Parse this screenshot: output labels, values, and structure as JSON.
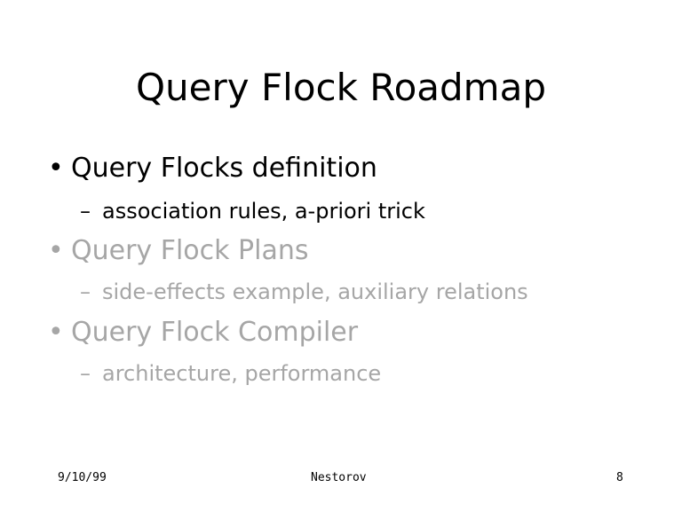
{
  "slide": {
    "title": "Query Flock Roadmap",
    "items": [
      {
        "label": "Query Flocks definition",
        "sub": "association rules, a-priori trick",
        "state": "active"
      },
      {
        "label": "Query Flock Plans",
        "sub": "side-effects example, auxiliary relations",
        "state": "dimmed"
      },
      {
        "label": "Query Flock Compiler",
        "sub": "architecture, performance",
        "state": "dimmed"
      }
    ],
    "bullet": "•",
    "dash": "–"
  },
  "footer": {
    "date": "9/10/99",
    "author": "Nestorov",
    "page": "8"
  },
  "colors": {
    "active": "#000000",
    "dimmed": "#a6a6a6"
  }
}
